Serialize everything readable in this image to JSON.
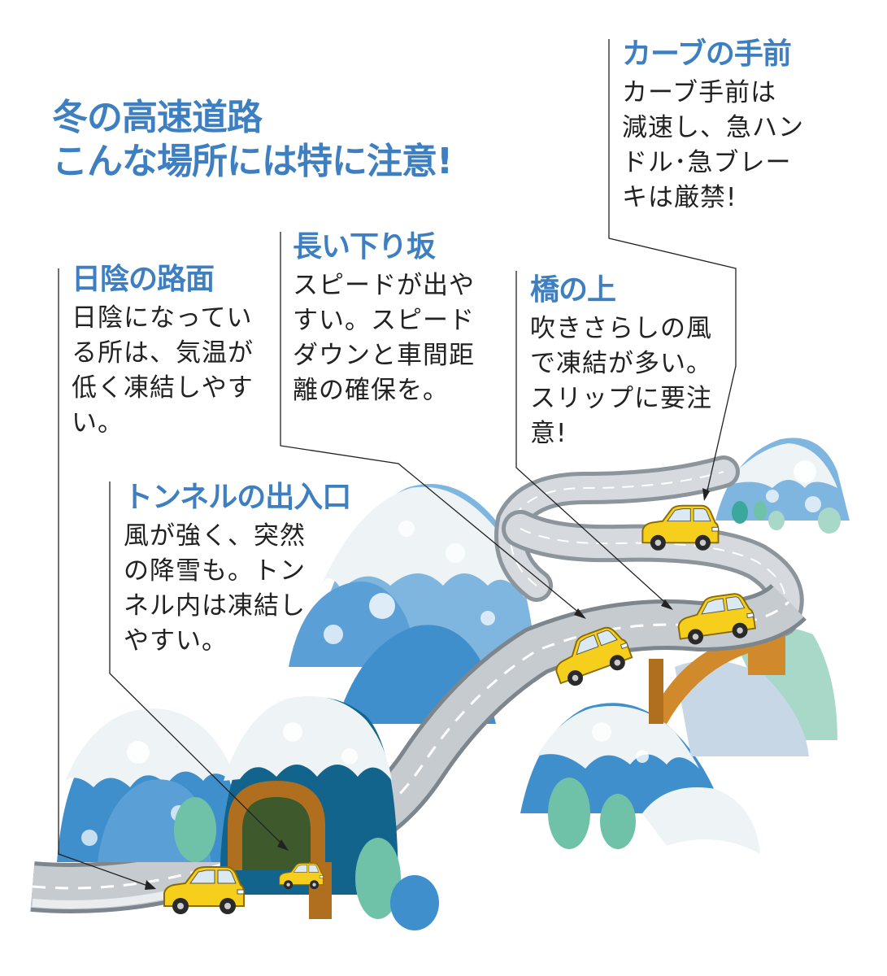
{
  "title": {
    "line1": "冬の高速道路",
    "line2": "こんな場所には特に注意!"
  },
  "callouts": {
    "shade": {
      "heading": "日陰の路面",
      "lines": [
        "日陰になってい",
        "る所は、気温が",
        "低く凍結しやす",
        "い。"
      ]
    },
    "downhill": {
      "heading": "長い下り坂",
      "lines": [
        "スピードが出や",
        "すい。スピード",
        "ダウンと車間距",
        "離の確保を。"
      ]
    },
    "bridge": {
      "heading": "橋の上",
      "lines": [
        "吹きさらしの風",
        "で凍結が多い。",
        "スリップに要注",
        "意!"
      ]
    },
    "curve": {
      "heading": "カーブの手前",
      "lines": [
        "カーブ手前は",
        "減速し、急ハン",
        "ドル･急ブレー",
        "キは厳禁!"
      ]
    },
    "tunnel": {
      "heading": "トンネルの出入口",
      "lines": [
        "風が強く、突然",
        "の降雪も。トン",
        "ネル内は凍結し",
        "やすい。"
      ]
    }
  },
  "colors": {
    "heading_blue": "#3d7fc1",
    "body_text": "#222222",
    "mountain_light": "#7fb6e0",
    "mountain_mid": "#3f8fcc",
    "mountain_dark": "#12648c",
    "snow": "#eef3f5",
    "road": "#b9bec4",
    "car_yellow": "#f5cf1c",
    "bridge_orange": "#d08a2c",
    "bush_green": "#6fc2a8"
  },
  "icons": {
    "car": "car-icon",
    "tunnel": "tunnel-icon",
    "bridge": "bridge-icon"
  }
}
